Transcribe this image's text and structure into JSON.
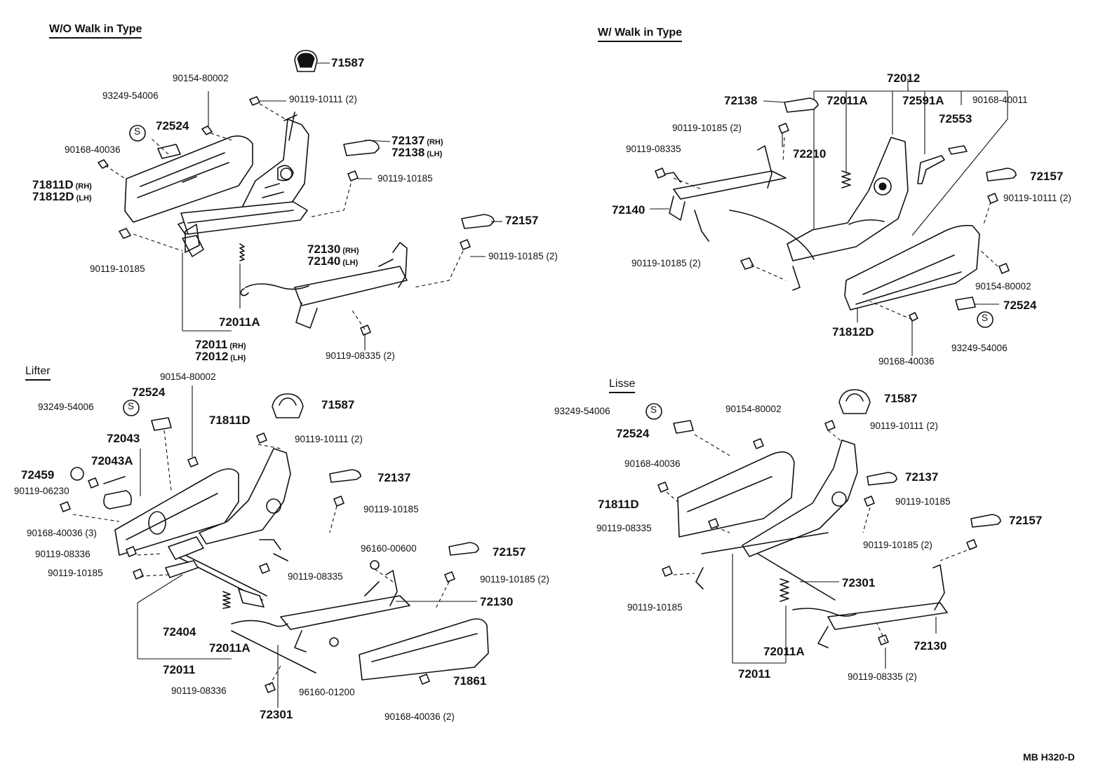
{
  "sections": {
    "wo_walk_in": "W/O  Walk in Type",
    "w_walk_in": "W/ Walk in Type",
    "lifter": "Lifter",
    "lisse": "Lisse"
  },
  "symbols": {
    "s_mark": "S"
  },
  "footer_code": "MB  H320-D",
  "labels": {
    "tl_71587": "71587",
    "tl_90154_80002": "90154-80002",
    "tl_93249_54006": "93249-54006",
    "tl_90119_10111": "90119-10111 (2)",
    "tl_72524": "72524",
    "tl_72137": "72137",
    "tl_72137_rh": "(RH)",
    "tl_72138": "72138",
    "tl_72138_lh": "(LH)",
    "tl_90168_40036": "90168-40036",
    "tl_71811d": "71811D",
    "tl_71811d_rh": "(RH)",
    "tl_71812d": "71812D",
    "tl_71812d_lh": "(LH)",
    "tl_90119_10185_a": "90119-10185",
    "tl_72157": "72157",
    "tl_90119_10185_b": "90119-10185",
    "tl_90119_10185_c": "90119-10185 (2)",
    "tl_72130": "72130",
    "tl_72130_rh": "(RH)",
    "tl_72140": "72140",
    "tl_72140_lh": "(LH)",
    "tl_72011a": "72011A",
    "tl_72011": "72011",
    "tl_72011_rh": "(RH)",
    "tl_72012": "72012",
    "tl_72012_lh": "(LH)",
    "tl_90119_08335": "90119-08335 (2)",
    "tr_72012": "72012",
    "tr_72138": "72138",
    "tr_72011a": "72011A",
    "tr_72591a": "72591A",
    "tr_90168_40011": "90168-40011",
    "tr_90119_10185_a": "90119-10185 (2)",
    "tr_72553": "72553",
    "tr_90119_08335": "90119-08335",
    "tr_72210": "72210",
    "tr_72157": "72157",
    "tr_90119_10111": "90119-10111 (2)",
    "tr_72140": "72140",
    "tr_90119_10185_b": "90119-10185 (2)",
    "tr_90154_80002": "90154-80002",
    "tr_72524": "72524",
    "tr_71812d": "71812D",
    "tr_93249_54006": "93249-54006",
    "tr_90168_40036": "90168-40036",
    "bl_90154_80002": "90154-80002",
    "bl_72524": "72524",
    "bl_93249_54006": "93249-54006",
    "bl_71587": "71587",
    "bl_71811d": "71811D",
    "bl_72043": "72043",
    "bl_90119_10111": "90119-10111 (2)",
    "bl_72043a": "72043A",
    "bl_72459": "72459",
    "bl_72137": "72137",
    "bl_90119_06230": "90119-06230",
    "bl_90119_10185_a": "90119-10185",
    "bl_90168_40036_3": "90168-40036 (3)",
    "bl_96160_00600": "96160-00600",
    "bl_90119_08336_a": "90119-08336",
    "bl_72157": "72157",
    "bl_90119_10185_b": "90119-10185",
    "bl_90119_08335": "90119-08335",
    "bl_90119_10185_c": "90119-10185 (2)",
    "bl_72130": "72130",
    "bl_72404": "72404",
    "bl_72011a": "72011A",
    "bl_72011": "72011",
    "bl_71861": "71861",
    "bl_90119_08336_b": "90119-08336",
    "bl_96160_01200": "96160-01200",
    "bl_72301": "72301",
    "bl_90168_40036_2": "90168-40036 (2)",
    "br_93249_54006": "93249-54006",
    "br_90154_80002": "90154-80002",
    "br_71587": "71587",
    "br_90119_10111": "90119-10111 (2)",
    "br_72524": "72524",
    "br_90168_40036": "90168-40036",
    "br_72137": "72137",
    "br_71811d": "71811D",
    "br_90119_10185_a": "90119-10185",
    "br_90119_08335_a": "90119-08335",
    "br_72157": "72157",
    "br_90119_10185_b": "90119-10185 (2)",
    "br_72301": "72301",
    "br_90119_10185_c": "90119-10185",
    "br_72130": "72130",
    "br_72011a": "72011A",
    "br_72011": "72011",
    "br_90119_08335_b": "90119-08335 (2)"
  }
}
